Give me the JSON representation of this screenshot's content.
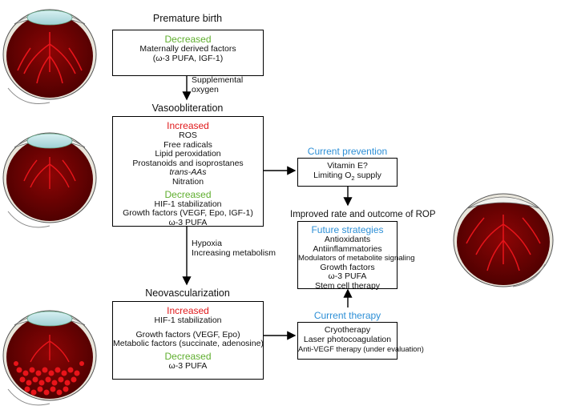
{
  "colors": {
    "decreased": "#5fae2e",
    "increased": "#e0191b",
    "strategy": "#2d8fd6",
    "vessel": "#e8141a",
    "retina": "#7a0000"
  },
  "stage1": {
    "heading": "Premature birth",
    "label": "Decreased",
    "lines": [
      "Maternally derived factors",
      "(ω-3 PUFA, IGF-1)"
    ]
  },
  "arrow1_note": [
    "Supplemental",
    "oxygen"
  ],
  "stage2": {
    "heading": "Vasoobliteration",
    "increased_label": "Increased",
    "increased_lines": [
      "ROS",
      "Free radicals",
      "Lipid peroxidation",
      "Prostanoids and isoprostanes",
      "trans-AAs",
      "Nitration"
    ],
    "decreased_label": "Decreased",
    "decreased_lines": [
      "HIF-1 stabilization",
      "Growth factors (VEGF, Epo, IGF-1)",
      "ω-3 PUFA"
    ]
  },
  "arrow2_note": [
    "Hypoxia",
    "Increasing metabolism"
  ],
  "stage3": {
    "heading": "Neovascularization",
    "increased_label": "Increased",
    "increased_lines": [
      "HIF-1 stabilization",
      "Growth factors (VEGF, Epo)",
      "Metabolic factors (succinate, adenosine)"
    ],
    "decreased_label": "Decreased",
    "decreased_lines": [
      "ω-3 PUFA"
    ]
  },
  "prevention": {
    "heading": "Current prevention",
    "line1": "Vitamin E?",
    "line2_pre": "Limiting O",
    "line2_sub": "2",
    "line2_post": " supply"
  },
  "outcome_heading": "Improved rate and outcome of ROP",
  "future": {
    "heading": "Future strategies",
    "lines": [
      "Antioxidants",
      "Antiinflammatories",
      "Modulators of metabolite signaling",
      "Growth factors",
      "ω-3 PUFA",
      "Stem cell therapy"
    ]
  },
  "therapy": {
    "heading": "Current therapy",
    "lines": [
      "Cryotherapy",
      "Laser photocoagulation",
      "Anti-VEGF therapy (under evaluation)"
    ]
  }
}
